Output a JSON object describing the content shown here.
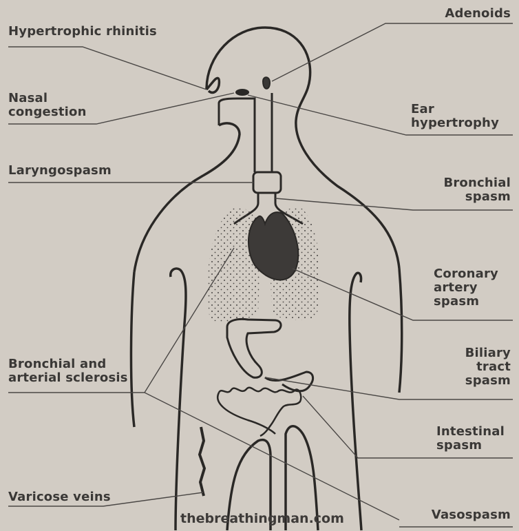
{
  "labels": {
    "hypertrophic_rhinitis": "Hypertrophic rhinitis",
    "adenoids": "Adenoids",
    "nasal_congestion": "Nasal\ncongestion",
    "ear_hypertrophy": "Ear\nhypertrophy",
    "laryngospasm": "Laryngospasm",
    "bronchial_spasm": "Bronchial\nspasm",
    "coronary_artery_spasm": "Coronary\nartery\nspasm",
    "bronchial_arterial_sclerosis": "Bronchial and\narterial sclerosis",
    "biliary_tract_spasm": "Biliary\ntract\nspasm",
    "intestinal_spasm": "Intestinal\nspasm",
    "varicose_veins": "Varicose veins",
    "vasospasm": "Vasospasm"
  },
  "watermark": "thebreathingman.com",
  "colors": {
    "background": "#d2ccc4",
    "ink": "#3a3836"
  }
}
